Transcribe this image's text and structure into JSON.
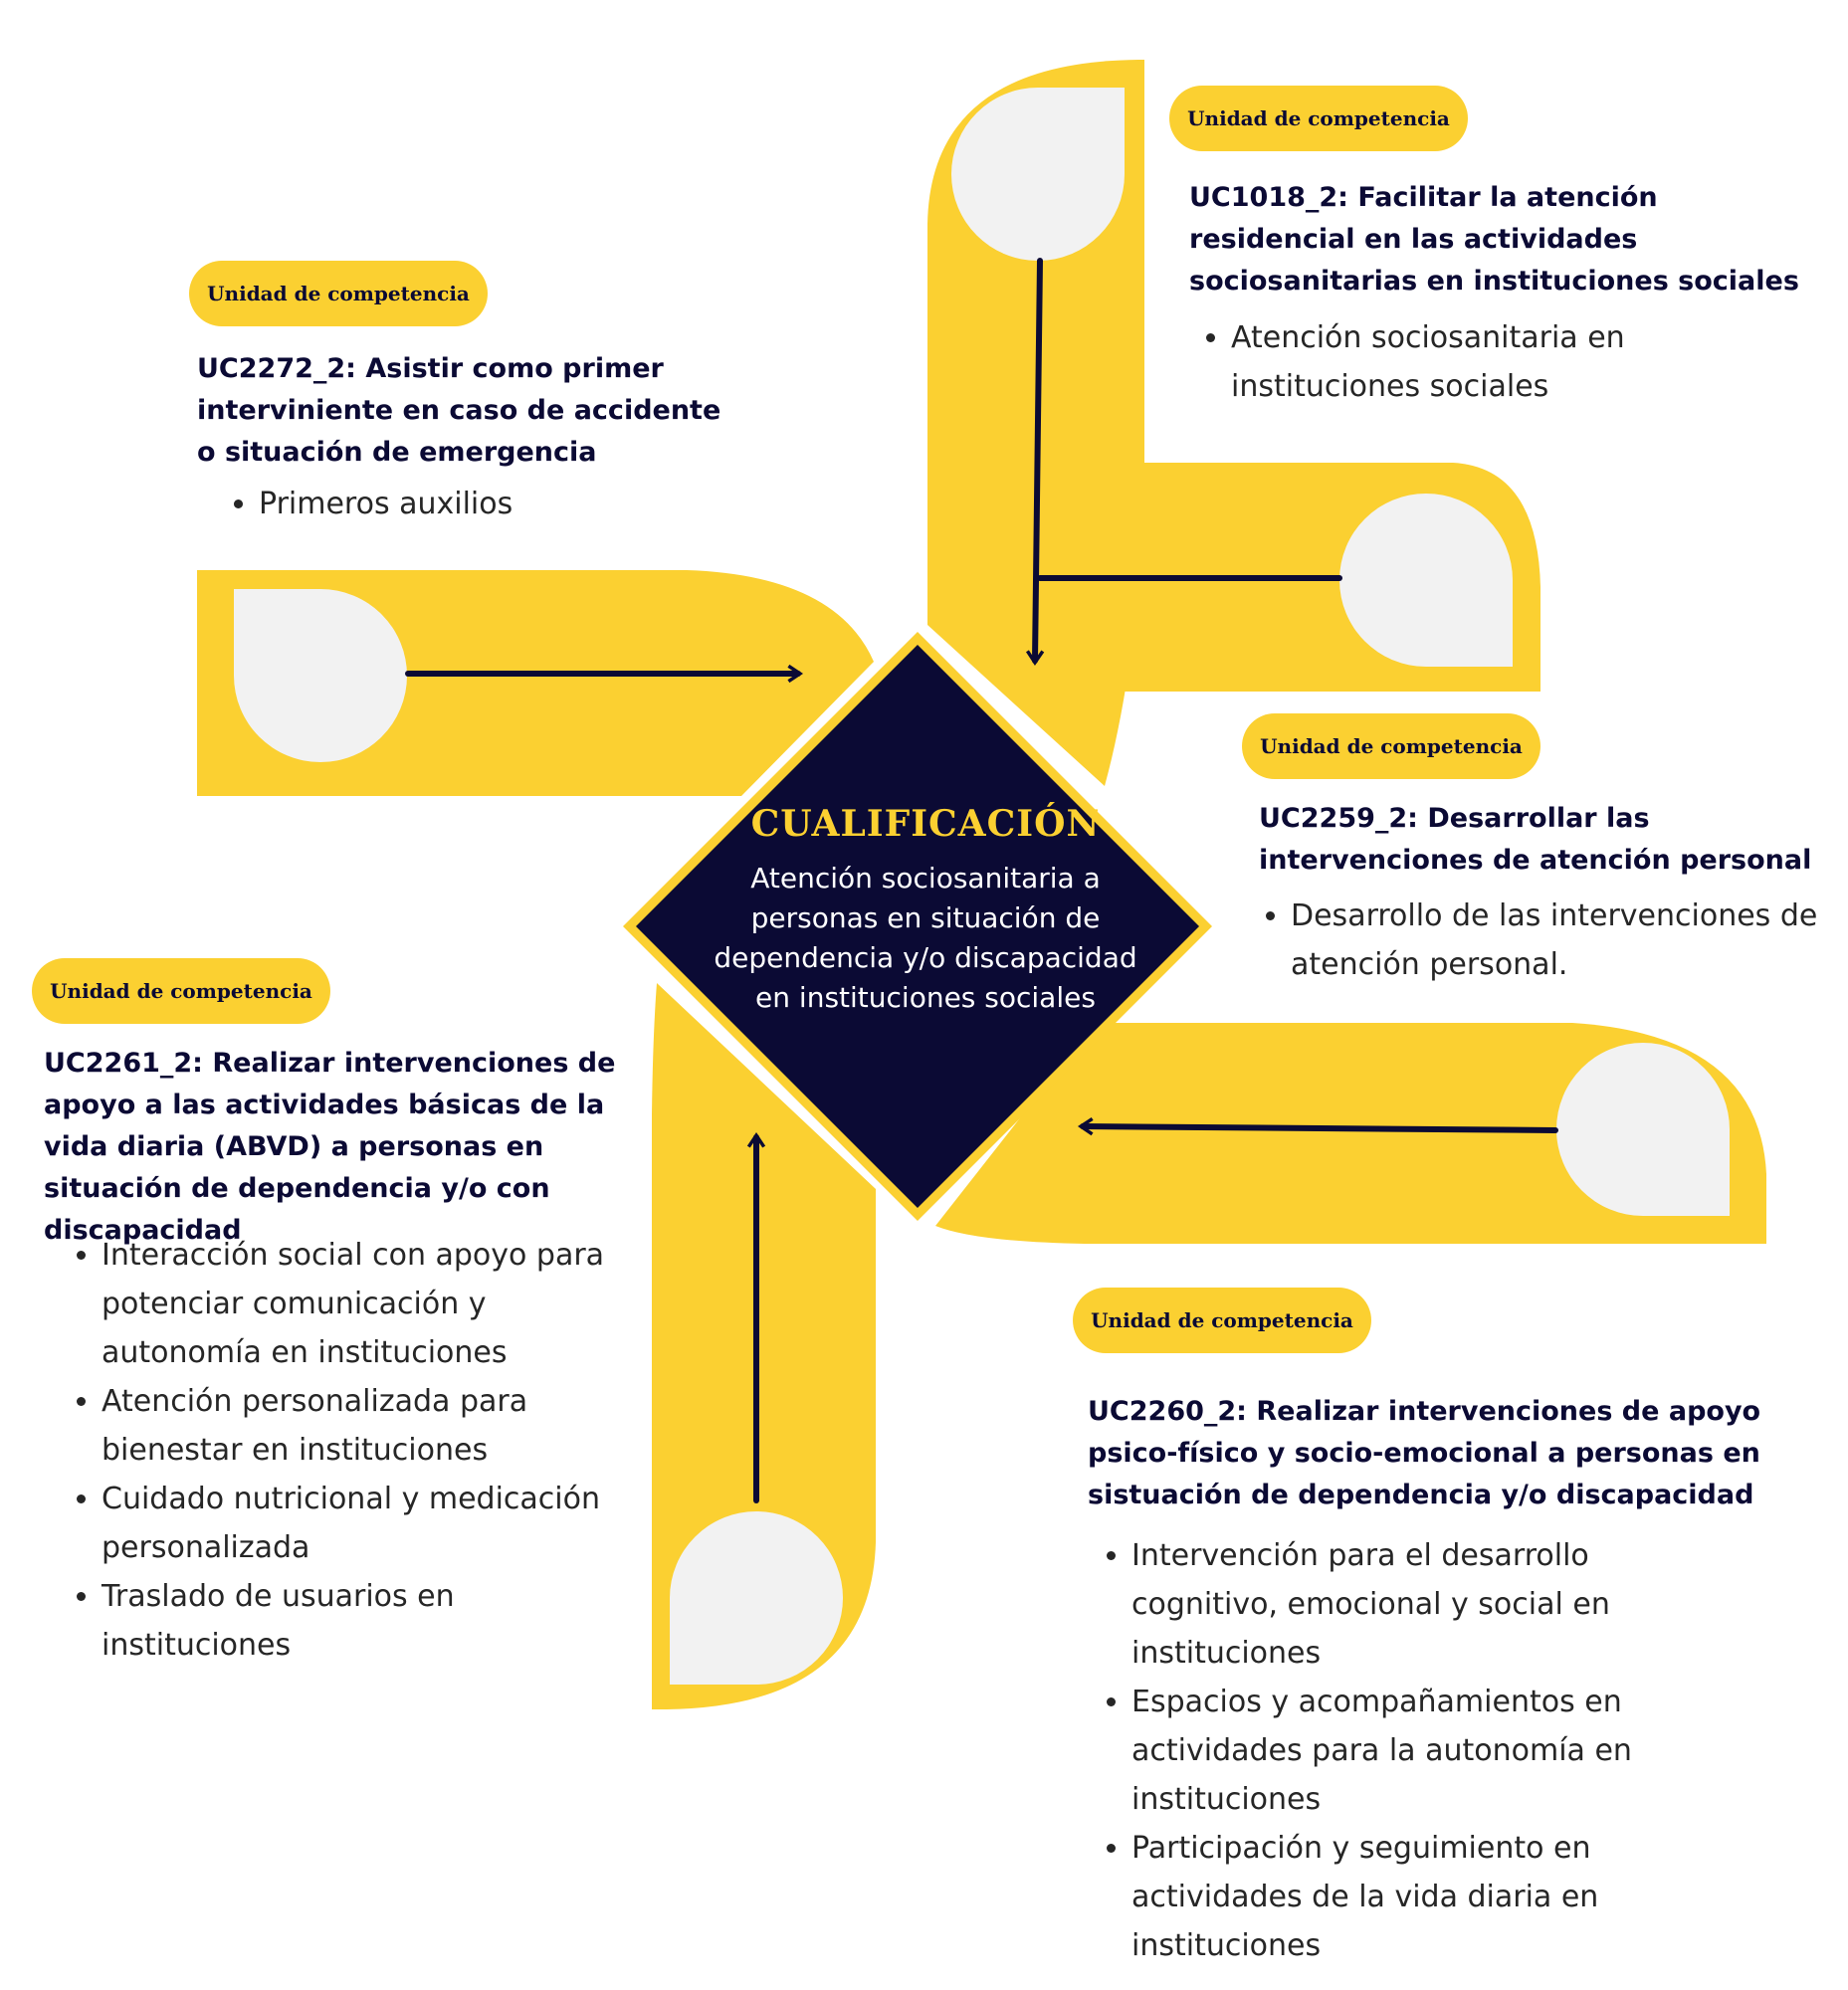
{
  "colors": {
    "accent": "#FBD031",
    "navy": "#0B0A34",
    "circle": "#F2F2F2",
    "text": "#262626"
  },
  "center": {
    "heading": "CUALIFICACIÓN",
    "body": "Atención sociosanitaria a personas en situación de dependencia y/o discapacidad en instituciones sociales"
  },
  "units": [
    {
      "badge": "Unidad de competencia",
      "title": "UC2272_2: Asistir como primer interviniente en caso de accidente o situación de emergencia",
      "items": [
        "Primeros auxilios"
      ]
    },
    {
      "badge": "Unidad de competencia",
      "title": "UC1018_2: Facilitar la atención residencial en las actividades sociosanitarias en instituciones sociales",
      "items": [
        "Atención sociosanitaria en instituciones sociales"
      ]
    },
    {
      "badge": "Unidad de competencia",
      "title": "UC2259_2: Desarrollar las intervenciones de atención personal",
      "items": [
        "Desarrollo de las intervenciones de atención personal."
      ]
    },
    {
      "badge": "Unidad de competencia",
      "title": "UC2261_2: Realizar intervenciones de apoyo a las actividades básicas de la vida diaria (ABVD) a personas en situación de dependencia y/o con discapacidad",
      "items": [
        "Interacción social con apoyo para potenciar comunicación y autonomía en instituciones",
        "Atención personalizada para bienestar en instituciones",
        "Cuidado nutricional y medicación personalizada",
        "Traslado de usuarios en instituciones"
      ]
    },
    {
      "badge": "Unidad de competencia",
      "title": "UC2260_2:  Realizar intervenciones de apoyo psico-físico y socio-emocional a personas en sistuación de dependencia y/o discapacidad",
      "items": [
        "Intervención para el desarrollo cognitivo, emocional y social en instituciones",
        "Espacios y acompañamientos en actividades para la autonomía en instituciones",
        "Participación y seguimiento en actividades de la vida diaria en instituciones"
      ]
    }
  ]
}
